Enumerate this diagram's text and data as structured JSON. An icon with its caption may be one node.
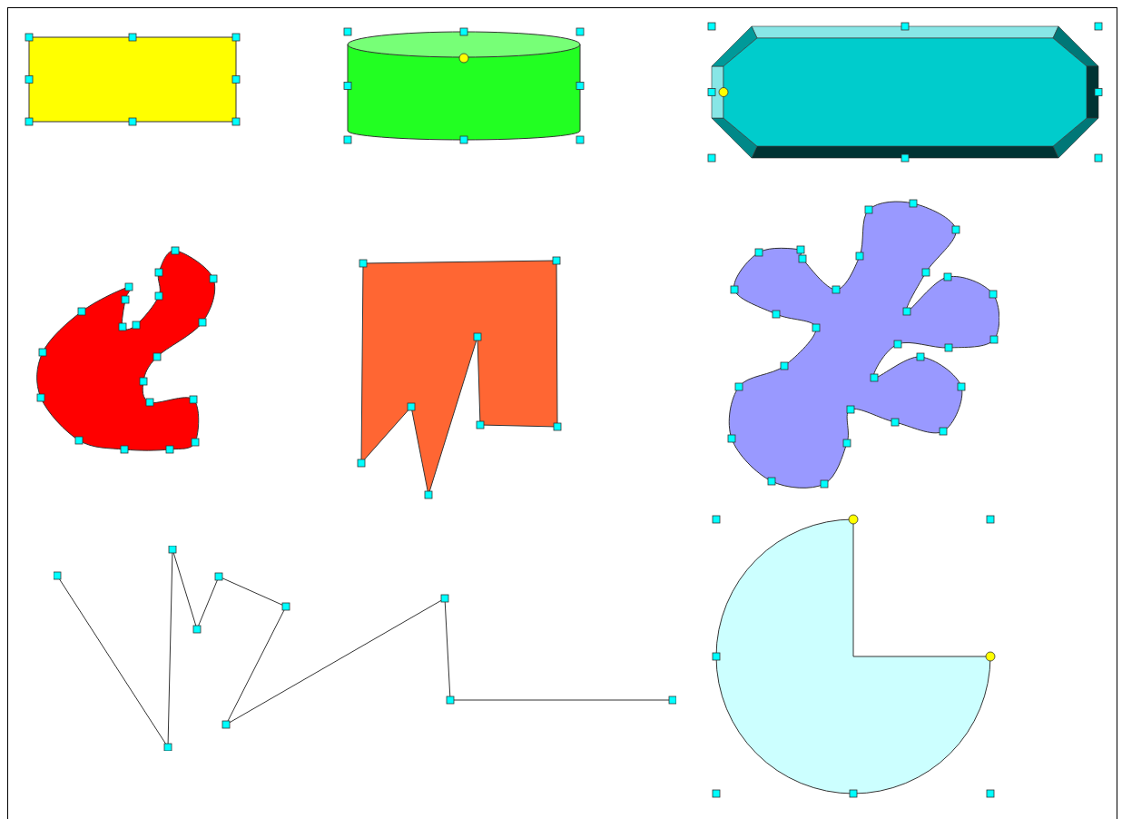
{
  "diagram": {
    "nodes": [
      {
        "text": [],
        "shape": "box"
      },
      {
        "text": [],
        "shape": "cylinder"
      },
      {
        "text": [],
        "shape": "octagon"
      },
      {
        "text": [],
        "shape": "blob"
      },
      {
        "text": [],
        "shape": "polygon"
      },
      {
        "text": [],
        "shape": "blob"
      },
      {
        "text": [],
        "shape": "pie"
      }
    ]
  }
}
